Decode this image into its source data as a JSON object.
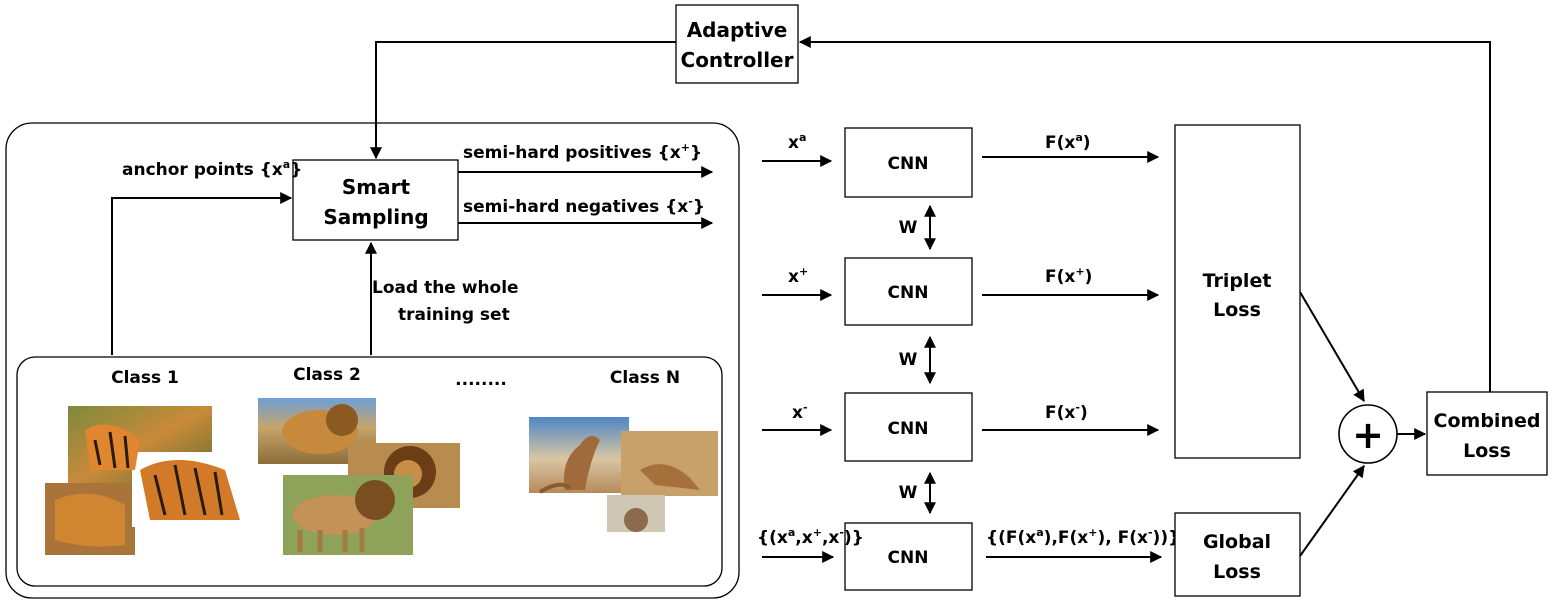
{
  "blocks": {
    "adaptive_controller": [
      "Adaptive",
      "Controller"
    ],
    "smart_sampling": [
      "Smart",
      "Sampling"
    ],
    "cnn": "CNN",
    "triplet_loss": [
      "Triplet",
      "Loss"
    ],
    "global_loss": [
      "Global",
      "Loss"
    ],
    "combined_loss": [
      "Combined",
      "Loss"
    ],
    "plus": "+"
  },
  "labels": {
    "anchor_points": "anchor points {x",
    "anchor_points_sup": "a",
    "anchor_points_end": "}",
    "semi_hard_positives": "semi-hard positives  {x",
    "semi_hard_positives_sup": "+",
    "semi_hard_positives_end": "}",
    "semi_hard_negatives": "semi-hard negatives {x",
    "semi_hard_negatives_sup": "-",
    "semi_hard_negatives_end": "}",
    "load_whole": [
      "Load the whole",
      "training set"
    ],
    "weight": "W"
  },
  "inputs": {
    "x_base": "x",
    "xa_sup": "a",
    "xp_sup": "+",
    "xn_sup": "-",
    "triplet_open": "{(x",
    "triplet_comma": ",x",
    "triplet_close": ")}"
  },
  "outputs": {
    "F_open": "F(x",
    "F_close": ")",
    "global_prefix": "{(F(x",
    "global_mid1": "),F(x",
    "global_mid2": "), F(x",
    "global_end": "))}"
  },
  "classes": [
    "Class 1",
    "Class 2",
    "........",
    "Class N"
  ],
  "images": {
    "class1": [
      "tiger-photo",
      "tiger-photo",
      "tiger-photo"
    ],
    "class2": [
      "lion-photo",
      "lion-photo",
      "lion-photo"
    ],
    "classN": [
      "kangaroo-photo",
      "kangaroo-photo",
      "kangaroo-photo"
    ]
  }
}
